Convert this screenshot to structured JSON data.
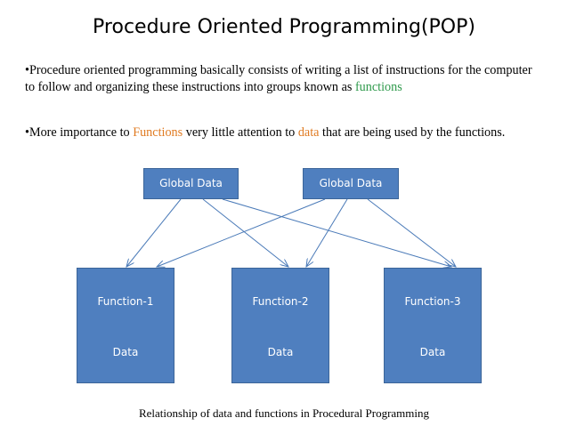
{
  "title": "Procedure Oriented Programming(POP)",
  "para1": {
    "text": "•Procedure oriented programming basically consists of writing a list of instructions for the computer to follow and organizing these instructions into groups known as ",
    "highlight": "functions"
  },
  "para2": {
    "t1": "•More importance to ",
    "functions": "Functions",
    "t2": " very little attention to ",
    "data": "data",
    "t3": " that are being used by the functions."
  },
  "global_boxes": [
    {
      "label": "Global Data"
    },
    {
      "label": "Global Data"
    }
  ],
  "function_boxes": [
    {
      "name": "Function-1",
      "data": "Data"
    },
    {
      "name": "Function-2",
      "data": "Data"
    },
    {
      "name": "Function-3",
      "data": "Data"
    }
  ],
  "caption": "Relationship of data and functions in Procedural Programming",
  "colors": {
    "box_fill": "#4f7fbf",
    "arrow": "#4a7ab8",
    "highlight_green": "#2f9a4c",
    "highlight_orange": "#e07b22"
  }
}
